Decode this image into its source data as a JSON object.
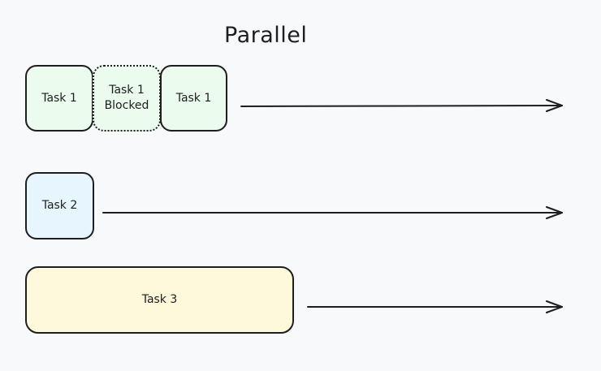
{
  "title": "Parallel",
  "lanes": [
    {
      "tasks": [
        {
          "label": "Task 1",
          "style": "green"
        },
        {
          "label": "Task 1\nBlocked",
          "style": "dotted"
        },
        {
          "label": "Task 1",
          "style": "green"
        }
      ]
    },
    {
      "tasks": [
        {
          "label": "Task 2",
          "style": "blue"
        }
      ]
    },
    {
      "tasks": [
        {
          "label": "Task 3",
          "style": "yellow"
        }
      ]
    }
  ],
  "colors": {
    "stroke": "#1e1e1e",
    "green_fill": "#ebfbee",
    "blue_fill": "#e7f5ff",
    "yellow_fill": "#fff9db",
    "background": "#f8f9fb"
  }
}
